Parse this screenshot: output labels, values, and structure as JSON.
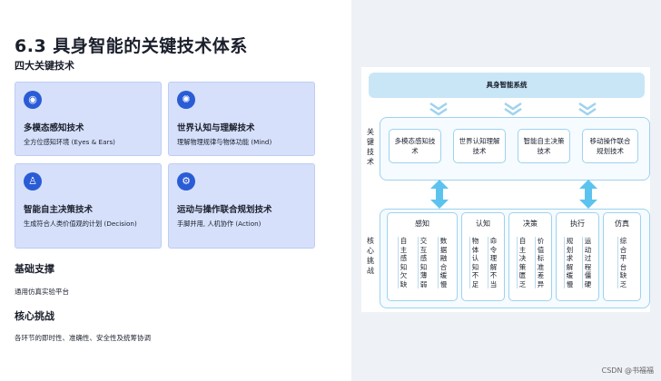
{
  "title": "6.3 具身智能的关键技术体系",
  "subtitle": "四大关键技术",
  "cards": [
    {
      "icon": "eye-icon",
      "title": "多模态感知技术",
      "desc": "全方位感知环境 (Eyes & Ears)"
    },
    {
      "icon": "brain-icon",
      "title": "世界认知与理解技术",
      "desc": "理解物理规律与物体功能 (Mind)"
    },
    {
      "icon": "decision-icon",
      "title": "智能自主决策技术",
      "desc": "生成符合人类价值观的计划 (Decision)"
    },
    {
      "icon": "robot-icon",
      "title": "运动与操作联合规划技术",
      "desc": "手脚并用, 人机协作 (Action)"
    }
  ],
  "basis": {
    "heading": "基础支撑",
    "text": "通用仿真实验平台"
  },
  "challenge": {
    "heading": "核心挑战",
    "text": "各环节的即时性、准确性、安全性及统筹协调"
  },
  "diagram": {
    "system": "具身智能系统",
    "tech_label": "关键技术",
    "challenge_label": "核心挑战",
    "techs": [
      "多模态感知技术",
      "世界认知理解技术",
      "智能自主决策技术",
      "移动操作联合规划技术"
    ],
    "categories": [
      {
        "name": "感知",
        "cols": [
          "自主感知欠缺",
          "交互感知薄弱",
          "数据融合缓慢"
        ]
      },
      {
        "name": "认知",
        "cols": [
          "物体认知不足",
          "命令理解不当"
        ]
      },
      {
        "name": "决策",
        "cols": [
          "自主决策匮乏",
          "价值标准差异"
        ]
      },
      {
        "name": "执行",
        "cols": [
          "规划求解缓慢",
          "运动过程僵硬"
        ]
      },
      {
        "name": "仿真",
        "cols": [
          "综合平台缺乏"
        ]
      }
    ]
  },
  "watermark": "CSDN @书福福"
}
